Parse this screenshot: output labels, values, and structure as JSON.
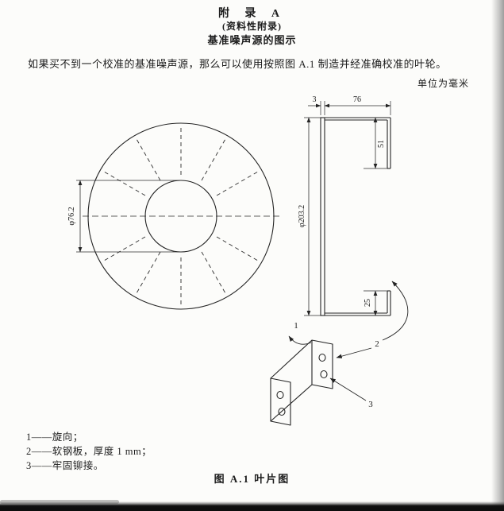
{
  "header": {
    "appendix_title": "附 录 A",
    "appendix_type": "(资料性附录)",
    "section_title": "基准噪声源的图示"
  },
  "body": {
    "paragraph": "如果买不到一个校准的基准噪声源，那么可以使用按照图 A.1 制造并经准确校准的叶轮。",
    "units_note": "单位为毫米"
  },
  "figure": {
    "caption": "图 A.1  叶片图",
    "dimensions": {
      "inner_diameter": "φ76.2",
      "disc_thickness": "3",
      "blade_length": "76",
      "blade_top_height": "51",
      "outer_diameter": "φ203.2",
      "blade_bottom_height": "25"
    },
    "callouts": {
      "one": "1",
      "two": "2",
      "three": "3"
    }
  },
  "legend": {
    "items": [
      "1——旋向；",
      "2——软钢板，厚度 1 mm；",
      "3——牢固铆接。"
    ]
  },
  "colors": {
    "ink": "#1c1c1c",
    "paper": "#fcfcfa"
  }
}
